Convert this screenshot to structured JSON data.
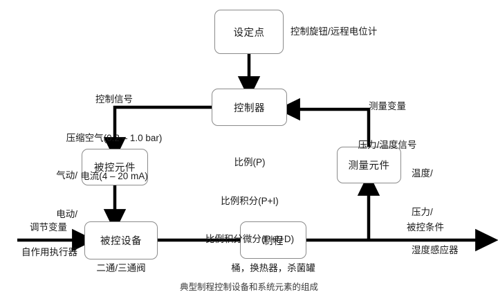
{
  "diagram": {
    "caption": "典型制程控制设备和系统元素的组成",
    "boxes": {
      "setpoint": "设定点",
      "controller": "控制器",
      "controlled_element": "被控元件",
      "controlled_equipment": "被控设备",
      "process": "制程",
      "measuring_element": "测量元件"
    },
    "labels": {
      "setpoint_note": "控制旋钮/远程电位计",
      "control_signal_line1": "控制信号",
      "control_signal_line2": "压缩空气(0.2 – 1.0 bar)",
      "control_signal_line3": "电流(4 – 20 mA)",
      "controller_mode_line1": "比例(P)",
      "controller_mode_line2": "比例积分(P+I)",
      "controller_mode_line3": "比例积分微分(P+I+D)",
      "measured_variable_line1": "测量变量",
      "measured_variable_line2": "压力/温度信号",
      "sensor_note_line1": "温度/",
      "sensor_note_line2": "压力/",
      "sensor_note_line3": "湿度感应器",
      "actuator_note_line1": "气动/",
      "actuator_note_line2": "电动/",
      "actuator_note_line3": "自作用执行器",
      "manipulated_variable": "调节变量",
      "valve_note": "二通/三通阀",
      "process_note": "桶，换热器，杀菌罐",
      "controlled_condition": "被控条件"
    },
    "colors": {
      "line": "#000000",
      "box_border": "#8a8a8a",
      "text": "#1a1a1a",
      "caption_text": "#3a3a3a",
      "background": "#ffffff"
    }
  }
}
